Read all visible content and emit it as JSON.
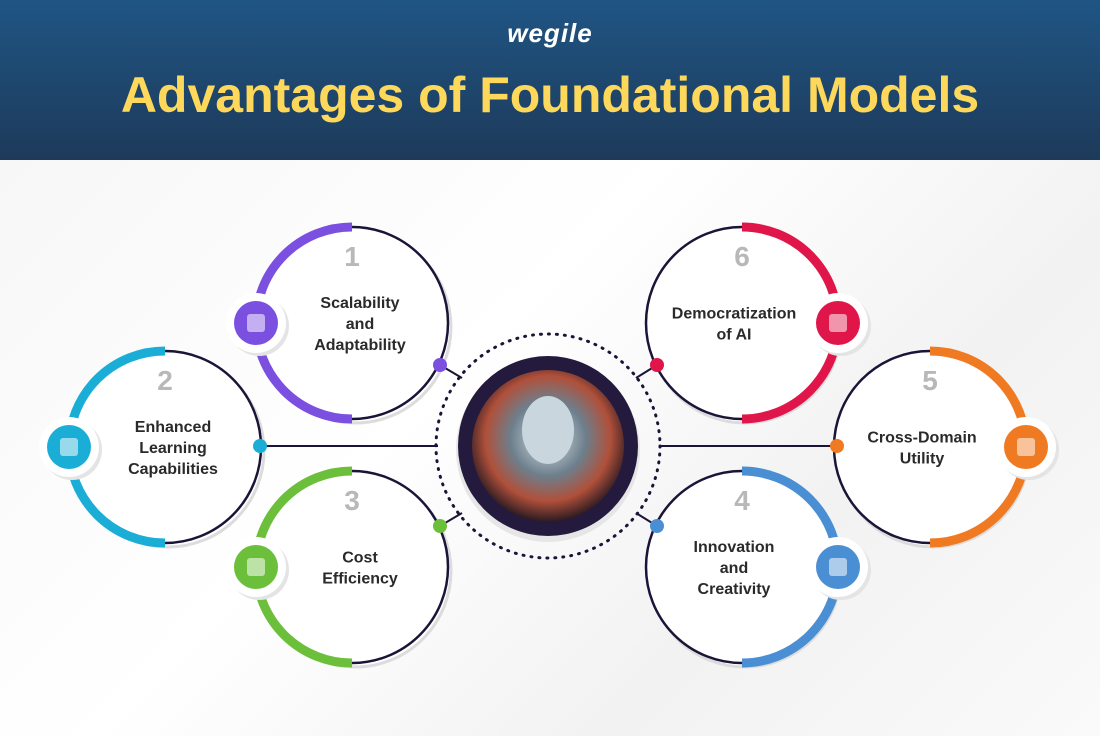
{
  "header": {
    "logo": "wegile",
    "title": "Advantages of Foundational Models"
  },
  "items": [
    {
      "num": "1",
      "lines": [
        "Scalability",
        "and",
        "Adaptability"
      ],
      "color": "#7b4fe0",
      "icon": "growth-chart-icon"
    },
    {
      "num": "2",
      "lines": [
        "Enhanced",
        "Learning",
        "Capabilities"
      ],
      "color": "#1aaed6",
      "icon": "book-lightbulb-icon"
    },
    {
      "num": "3",
      "lines": [
        "Cost",
        "Efficiency"
      ],
      "color": "#6cbf3a",
      "icon": "coins-icon"
    },
    {
      "num": "4",
      "lines": [
        "Innovation",
        "and",
        "Creativity"
      ],
      "color": "#4a8ed4",
      "icon": "lightbulb-icon"
    },
    {
      "num": "5",
      "lines": [
        "Cross-Domain",
        "Utility"
      ],
      "color": "#f07a22",
      "icon": "www-globe-icon"
    },
    {
      "num": "6",
      "lines": [
        "Democratization",
        "of AI"
      ],
      "color": "#e0154a",
      "icon": "ai-chip-icon"
    }
  ]
}
